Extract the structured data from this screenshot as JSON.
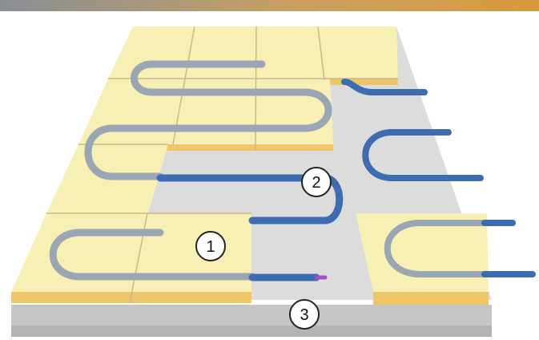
{
  "callouts": [
    {
      "id": "1",
      "label": "1"
    },
    {
      "id": "2",
      "label": "2"
    },
    {
      "id": "3",
      "label": "3"
    }
  ],
  "colors": {
    "panel_top": "#f8efb4",
    "panel_edge": "#f0c870",
    "panel_seam": "#c9b98a",
    "slab_top": "#dadada",
    "slab_side": "#b5b5b5",
    "pipe_covered": "#9aa6b3",
    "pipe_exposed": "#3e6cb0",
    "pipe_end": "#a050c0",
    "callout_fill": "#ffffff",
    "callout_stroke": "#222222"
  }
}
